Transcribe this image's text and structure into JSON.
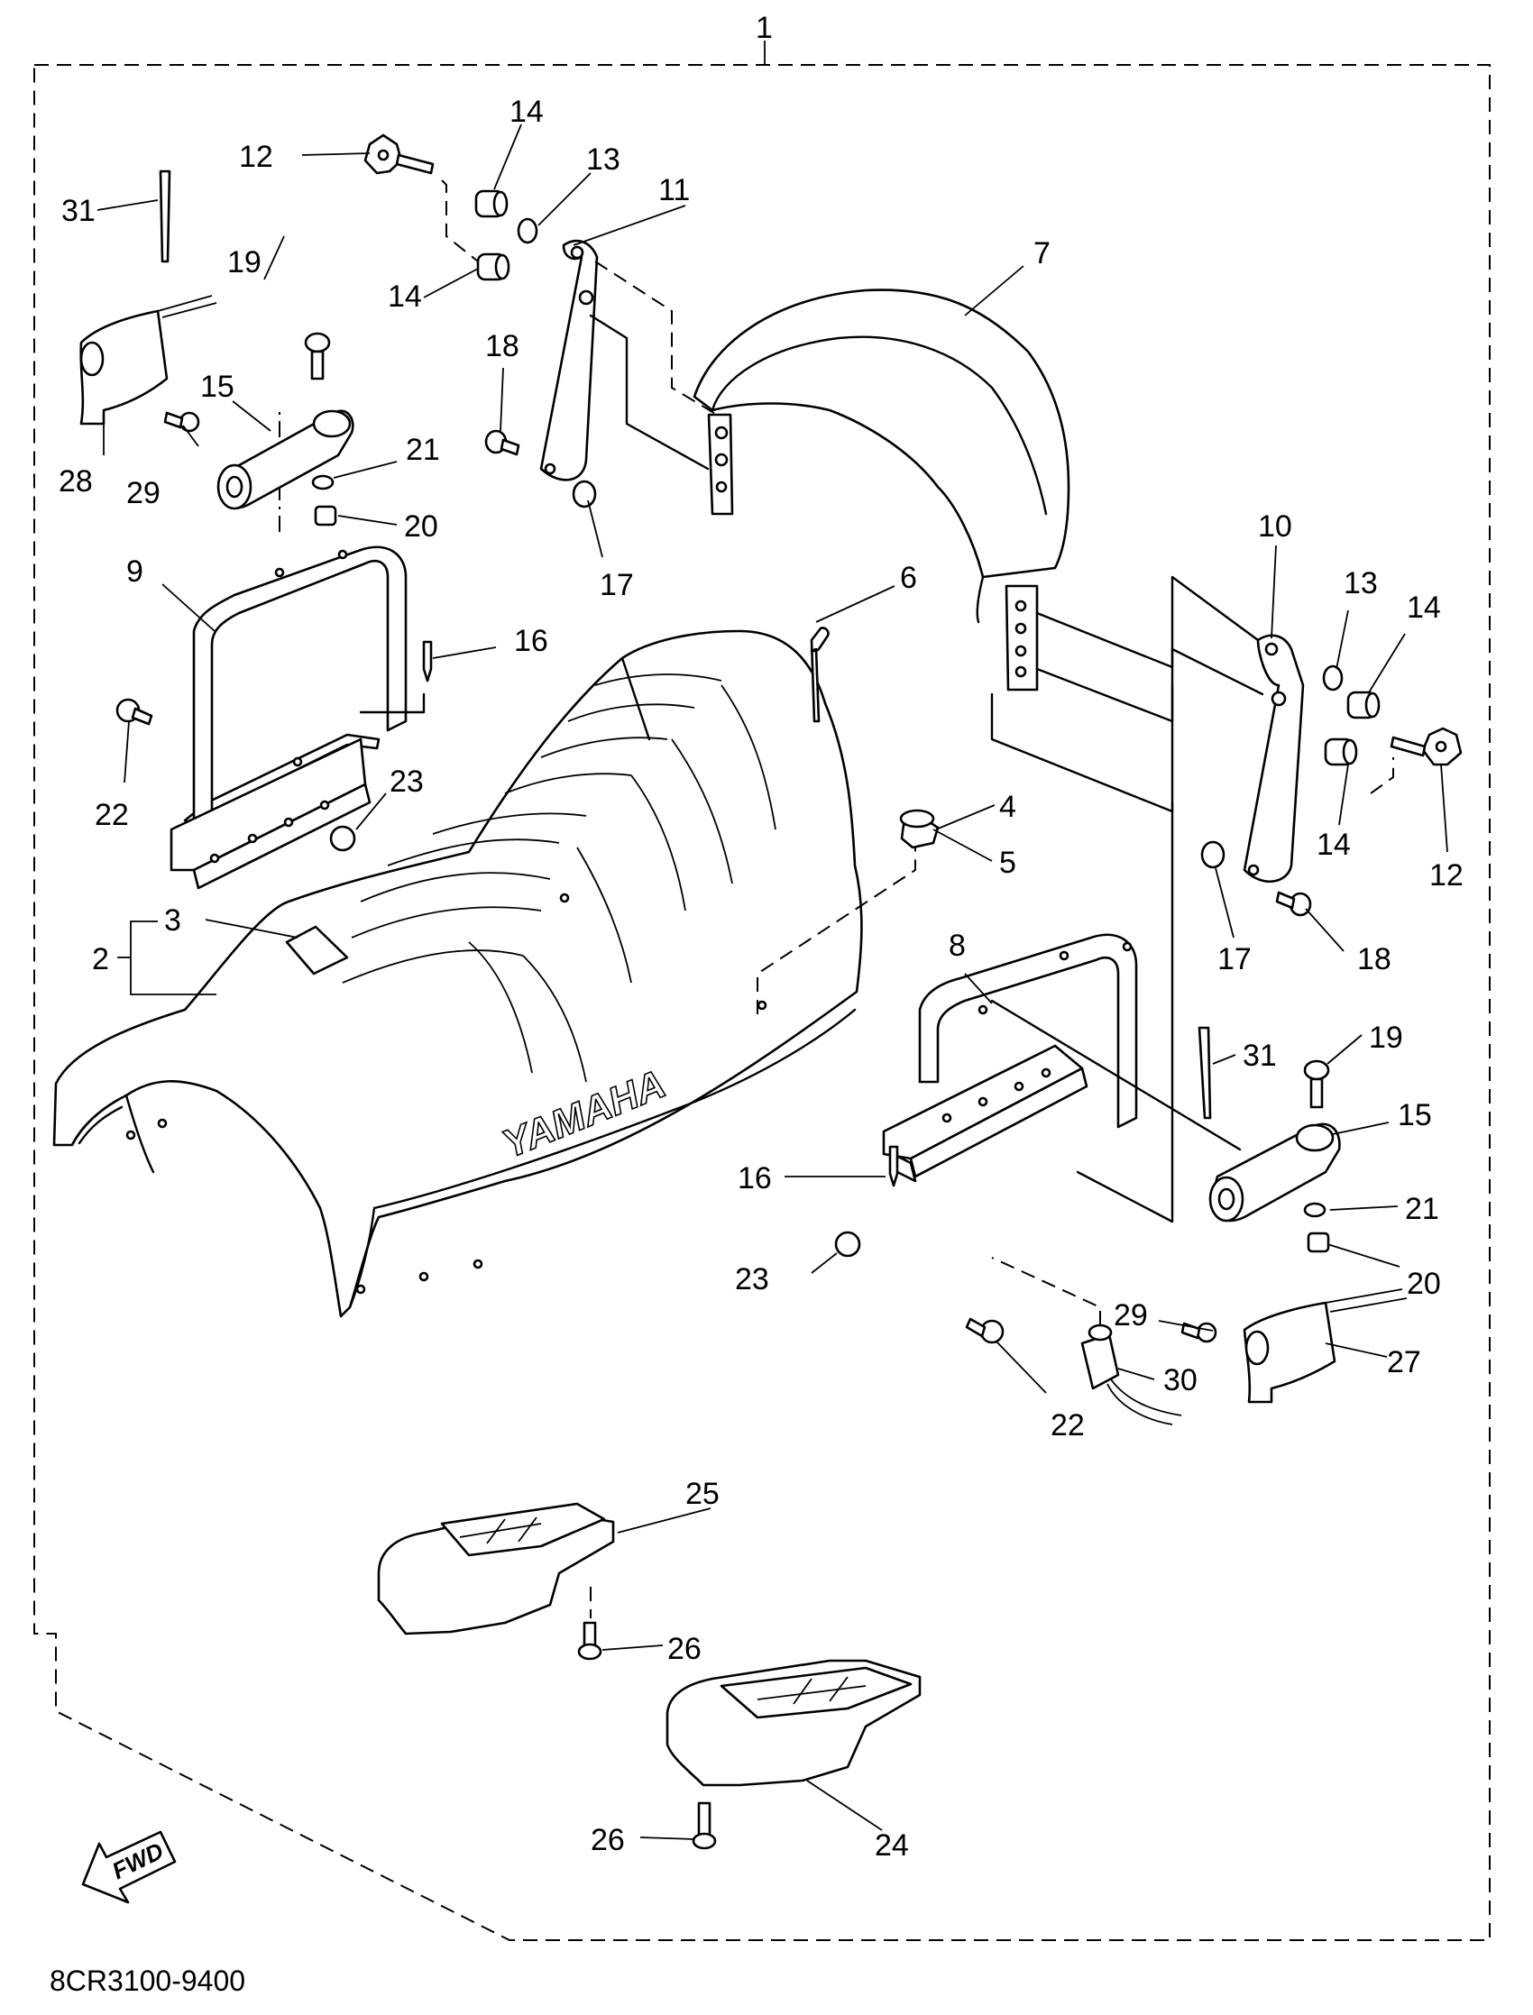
{
  "diagram": {
    "drawing_code": "8CR3100-9400",
    "seat_emblem": "YAMAHA",
    "fwd_arrow_label": "FWD",
    "callouts": {
      "c1": "1",
      "c2": "2",
      "c3": "3",
      "c4": "4",
      "c5": "5",
      "c6": "6",
      "c7": "7",
      "c8": "8",
      "c9": "9",
      "c10": "10",
      "c11": "11",
      "c12a": "12",
      "c12b": "12",
      "c13a": "13",
      "c13b": "13",
      "c14a": "14",
      "c14b": "14",
      "c14c": "14",
      "c14d": "14",
      "c15a": "15",
      "c15b": "15",
      "c16a": "16",
      "c16b": "16",
      "c17a": "17",
      "c17b": "17",
      "c18a": "18",
      "c18b": "18",
      "c19a": "19",
      "c19b": "19",
      "c20a": "20",
      "c20b": "20",
      "c21a": "21",
      "c21b": "21",
      "c22a": "22",
      "c22b": "22",
      "c23a": "23",
      "c23b": "23",
      "c24": "24",
      "c25": "25",
      "c26a": "26",
      "c26b": "26",
      "c27": "27",
      "c28": "28",
      "c29a": "29",
      "c29b": "29",
      "c30": "30",
      "c31a": "31",
      "c31b": "31"
    }
  }
}
